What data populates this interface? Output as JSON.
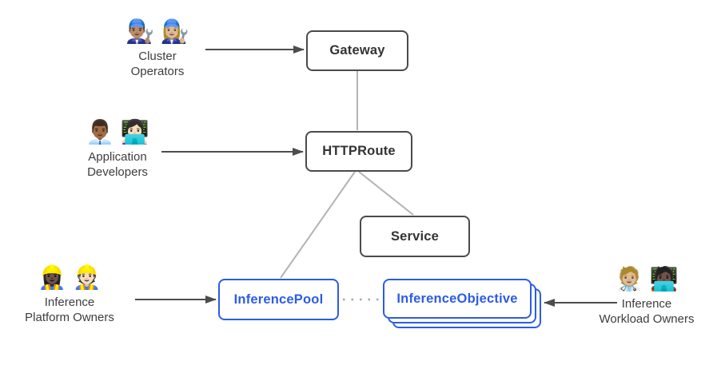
{
  "colors": {
    "background": "#ffffff",
    "node_border": "#4a4a4a",
    "node_text": "#333333",
    "blue": "#2b5ce5",
    "connector": "#b3b3b3",
    "arrow": "#4d4d4d",
    "actor_text": "#3d3d3d"
  },
  "nodes": {
    "gateway": {
      "label": "Gateway"
    },
    "httproute": {
      "label": "HTTPRoute"
    },
    "service": {
      "label": "Service"
    },
    "inference_pool": {
      "label": "InferencePool"
    },
    "inference_objective": {
      "label": "InferenceObjective"
    }
  },
  "actors": {
    "cluster_operators": {
      "emoji1": "👨🏽‍🔧",
      "emoji2": "👩🏼‍🔧",
      "line1": "Cluster",
      "line2": "Operators"
    },
    "application_developers": {
      "emoji1": "👨🏾‍💼",
      "emoji2": "👩🏻‍💻",
      "line1": "Application",
      "line2": "Developers"
    },
    "inference_platform_owners": {
      "emoji1": "👷🏿‍♀️",
      "emoji2": "👷🏻",
      "line1": "Inference",
      "line2": "Platform Owners"
    },
    "inference_workload_owners": {
      "emoji1": "🧑🏼‍⚕️",
      "emoji2": "🧑🏿‍💻",
      "line1": "Inference",
      "line2": "Workload Owners"
    }
  }
}
